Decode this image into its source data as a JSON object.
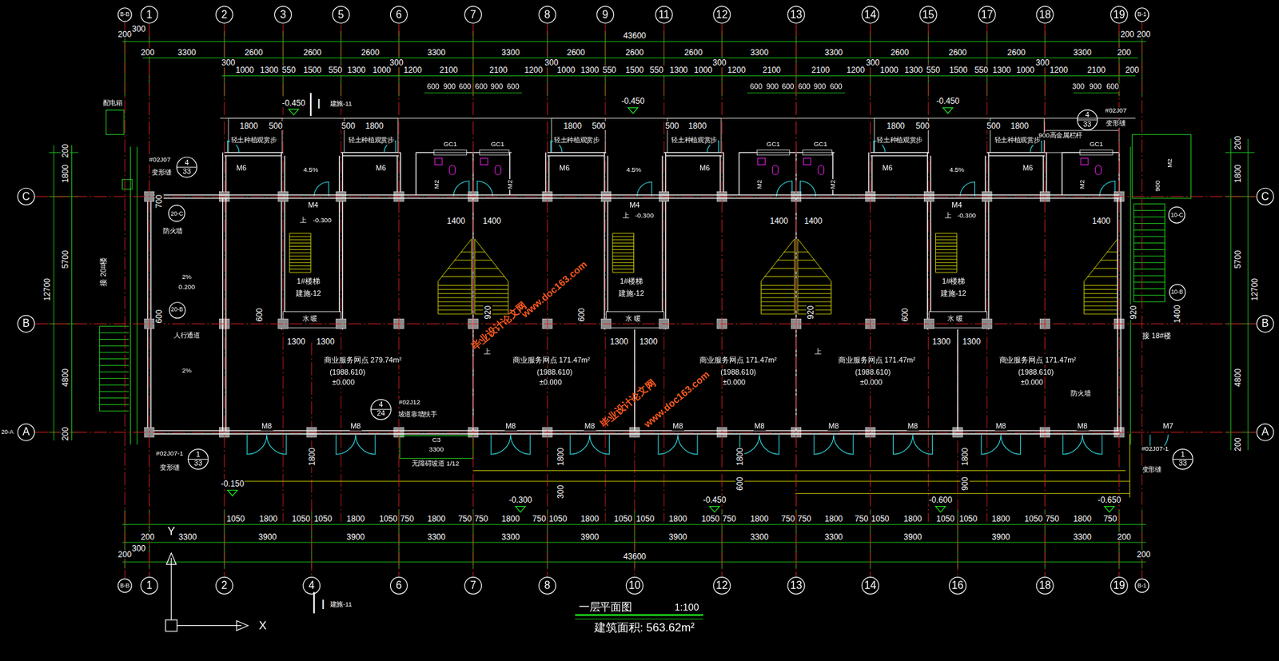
{
  "diagram": {
    "title": "一层平面图",
    "caption": "建筑面积: 563.62m²",
    "nodes": [
      {
        "text": [
          "B-B"
        ]
      },
      {
        "text": [
          "1"
        ]
      },
      {
        "text": [
          "2"
        ]
      },
      {
        "text": [
          "3"
        ]
      },
      {
        "text": [
          "5"
        ]
      },
      {
        "text": [
          "6"
        ]
      },
      {
        "text": [
          "7"
        ]
      },
      {
        "text": [
          "8"
        ]
      },
      {
        "text": [
          "9"
        ]
      },
      {
        "text": [
          "11"
        ]
      },
      {
        "text": [
          "12"
        ]
      },
      {
        "text": [
          "13"
        ]
      },
      {
        "text": [
          "14"
        ]
      },
      {
        "text": [
          "15"
        ]
      },
      {
        "text": [
          "17"
        ]
      },
      {
        "text": [
          "18"
        ]
      },
      {
        "text": [
          "19"
        ]
      },
      {
        "text": [
          "B-1"
        ]
      },
      {
        "text": [
          "4",
          "33"
        ]
      },
      {
        "text": [
          "C"
        ]
      },
      {
        "text": [
          "C"
        ]
      },
      {
        "text": [
          "4",
          "33"
        ]
      },
      {
        "text": [
          "20-C"
        ]
      },
      {
        "text": [
          "20-B"
        ]
      },
      {
        "text": [
          "10-C"
        ]
      },
      {
        "text": [
          "10-B"
        ]
      },
      {
        "text": [
          "B"
        ]
      },
      {
        "text": [
          "B"
        ]
      },
      {
        "text": [
          "4",
          "24"
        ]
      },
      {
        "text": [
          "A"
        ]
      },
      {
        "text": [
          "A"
        ]
      },
      {
        "text": [
          "1",
          "33"
        ]
      },
      {
        "text": [
          "1",
          "33"
        ]
      },
      {
        "text": [
          "B-B"
        ]
      },
      {
        "text": [
          "1"
        ]
      },
      {
        "text": [
          "2"
        ]
      },
      {
        "text": [
          "4"
        ]
      },
      {
        "text": [
          "6"
        ]
      },
      {
        "text": [
          "7"
        ]
      },
      {
        "text": [
          "8"
        ]
      },
      {
        "text": [
          "10"
        ]
      },
      {
        "text": [
          "12"
        ]
      },
      {
        "text": [
          "13"
        ]
      },
      {
        "text": [
          "14"
        ]
      },
      {
        "text": [
          "16"
        ]
      },
      {
        "text": [
          "18"
        ]
      },
      {
        "text": [
          "19"
        ]
      },
      {
        "text": [
          "B-1"
        ]
      }
    ],
    "edges": [
      {
        "from": 1,
        "to": 34,
        "arrow": "none"
      },
      {
        "from": 2,
        "to": 35,
        "arrow": "none"
      },
      {
        "from": 5,
        "to": 37,
        "arrow": "none"
      },
      {
        "from": 6,
        "to": 38,
        "arrow": "none"
      },
      {
        "from": 7,
        "to": 39,
        "arrow": "none"
      },
      {
        "from": 10,
        "to": 41,
        "arrow": "none"
      },
      {
        "from": 11,
        "to": 42,
        "arrow": "none"
      },
      {
        "from": 12,
        "to": 43,
        "arrow": "none"
      },
      {
        "from": 15,
        "to": 45,
        "arrow": "none"
      },
      {
        "from": 16,
        "to": 46,
        "arrow": "none"
      },
      {
        "from": 0,
        "to": 33,
        "arrow": "none"
      },
      {
        "from": 17,
        "to": 47,
        "arrow": "none"
      },
      {
        "from": 19,
        "to": 20,
        "arrow": "none"
      },
      {
        "from": 26,
        "to": 27,
        "arrow": "none"
      },
      {
        "from": 29,
        "to": 30,
        "arrow": "none"
      }
    ],
    "labels": [
      "43600",
      "200",
      "300",
      "200",
      "200",
      "200",
      "3300",
      "2600",
      "2600",
      "2600",
      "3300",
      "3300",
      "2600",
      "2600",
      "2600",
      "3300",
      "3300",
      "2600",
      "2600",
      "2600",
      "3300",
      "200",
      "300",
      "1000",
      "1300",
      "550",
      "1500",
      "550",
      "1300",
      "1000",
      "300",
      "1200",
      "2100",
      "2100",
      "1200",
      "300",
      "1000",
      "1300",
      "550",
      "1500",
      "550",
      "1300",
      "1000",
      "300",
      "1200",
      "2100",
      "2100",
      "1200",
      "300",
      "1000",
      "1300",
      "550",
      "1500",
      "550",
      "1300",
      "1000",
      "300",
      "1200",
      "2100",
      "200",
      "600",
      "900",
      "600",
      "600",
      "900",
      "600",
      "600",
      "900",
      "600",
      "600",
      "900",
      "600",
      "300",
      "900",
      "600",
      "-0.450",
      "-0.450",
      "-0.450",
      "I",
      "建施-11",
      "#02J07",
      "变形缝",
      "900高金属栏杆",
      "#02J07",
      "变形缝",
      "配电箱",
      "1800",
      "500",
      "500",
      "1800",
      "1800",
      "500",
      "500",
      "1800",
      "1800",
      "500",
      "500",
      "1800",
      "轻土种植观赏步",
      "轻土种植观赏步",
      "轻土种植观赏步",
      "轻土种植观赏步",
      "轻土种植观赏步",
      "轻土种植观赏步",
      "GC1",
      "GC1",
      "GC1",
      "GC1",
      "GC1",
      "M6",
      "M6",
      "M6",
      "M6",
      "M6",
      "M6",
      "4.5%",
      "4.5%",
      "4.5%",
      "M2",
      "M2",
      "M2",
      "M2",
      "M2",
      "M2",
      "900",
      "M4",
      "M4",
      "M4",
      "上",
      "-0.300",
      "上",
      "-0.300",
      "上",
      "-0.300",
      "1400",
      "1400",
      "1400",
      "1400",
      "1400",
      "1#楼梯",
      "建施-12",
      "1#楼梯",
      "建施-12",
      "1#楼梯",
      "建施-12",
      "水 暖",
      "水 暖",
      "水 暖",
      "600",
      "600",
      "600",
      "920",
      "920",
      "920",
      "1300",
      "1300",
      "1300",
      "1300",
      "1300",
      "1300",
      "1400",
      "700",
      "600",
      "防火墙",
      "2%",
      "0.200",
      "人行通道",
      "2%",
      "接 20#楼",
      "接 18#楼",
      "防火墙",
      "商业服务网点 279.74m²",
      "(1988.610)",
      "±0.000",
      "商业服务网点 171.47m²",
      "(1988.610)",
      "±0.000",
      "商业服务网点 171.47m²",
      "(1988.610)",
      "±0.000",
      "商业服务网点 171.47m²",
      "(1988.610)",
      "±0.000",
      "商业服务网点 171.47m²",
      "(1988.610)",
      "±0.000",
      "毕业设计论文网",
      "www.doc163.com",
      "毕业设计论文网",
      "www.doc163.com",
      "M8",
      "M8",
      "M8",
      "M8",
      "M8",
      "M8",
      "M8",
      "M8",
      "M8",
      "M8",
      "M7",
      "C3",
      "3300",
      "无障碍坡道 1/12",
      "#02J07-1",
      "变形缝",
      "#02J07-1",
      "变形缝",
      "#02J12",
      "坡道靠墙扶手",
      "1800",
      "1800",
      "1800",
      "1800",
      "300",
      "600",
      "900",
      "-0.150",
      "-0.300",
      "-0.450",
      "-0.600",
      "-0.650",
      "1050",
      "1800",
      "1050",
      "1050",
      "1800",
      "1050",
      "750",
      "1800",
      "750",
      "750",
      "1800",
      "750",
      "1050",
      "1800",
      "1050",
      "1050",
      "1800",
      "1050",
      "750",
      "1800",
      "750",
      "750",
      "1800",
      "750",
      "1050",
      "1800",
      "1050",
      "1050",
      "1800",
      "1050",
      "750",
      "1800",
      "750",
      "200",
      "3300",
      "3900",
      "3900",
      "3300",
      "3300",
      "3900",
      "3900",
      "3300",
      "3300",
      "3900",
      "3900",
      "3300",
      "200",
      "200",
      "300",
      "43600",
      "200",
      "I",
      "建施-11",
      "200",
      "1800",
      "5700",
      "12700",
      "4800",
      "200",
      "200",
      "1800",
      "5700",
      "12700",
      "4800",
      "200",
      "20-A",
      "上",
      "上",
      "1:100",
      "Y",
      "X"
    ]
  }
}
